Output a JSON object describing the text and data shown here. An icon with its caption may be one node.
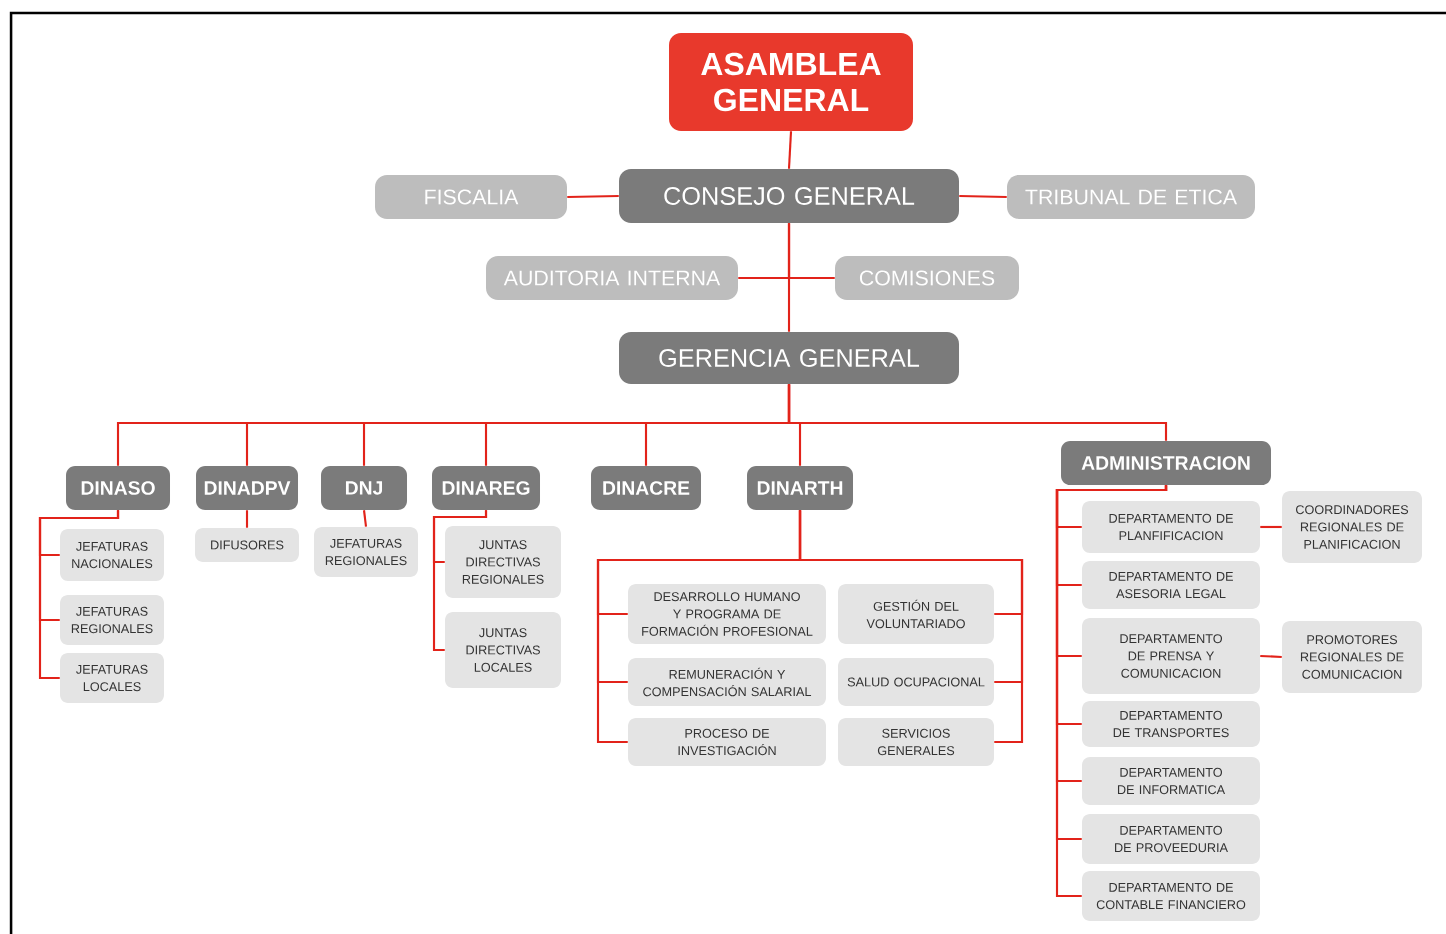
{
  "diagram": {
    "nodes": [
      {
        "text": [
          "ASAMBLEA GENERAL"
        ]
      },
      {
        "text": [
          "FISCALIA"
        ]
      },
      {
        "text": [
          "CONSEJO GENERAL"
        ]
      },
      {
        "text": [
          "TRIBUNAL DE ETICA"
        ]
      },
      {
        "text": [
          "AUDITORIA INTERNA"
        ]
      },
      {
        "text": [
          "COMISIONES"
        ]
      },
      {
        "text": [
          "GERENCIA GENERAL"
        ]
      },
      {
        "text": [
          "DINASO"
        ]
      },
      {
        "text": [
          "DINADPV"
        ]
      },
      {
        "text": [
          "DNJ"
        ]
      },
      {
        "text": [
          "DINAREG"
        ]
      },
      {
        "text": [
          "DINACRE"
        ]
      },
      {
        "text": [
          "DINARTH"
        ]
      },
      {
        "text": [
          "ADMINISTRACION"
        ]
      },
      {
        "text": [
          "JEFATURAS NACIONALES"
        ]
      },
      {
        "text": [
          "JEFATURAS REGIONALES"
        ]
      },
      {
        "text": [
          "JEFATURAS LOCALES"
        ]
      },
      {
        "text": [
          "DIFUSORES"
        ]
      },
      {
        "text": [
          "JEFATURAS REGIONALES"
        ]
      },
      {
        "text": [
          "JUNTAS DIRECTIVAS REGIONALES"
        ]
      },
      {
        "text": [
          "JUNTAS DIRECTIVAS LOCALES"
        ]
      },
      {
        "text": [
          "DESARROLLO HUMANO Y PROGRAMA DE FORMACIÓN PROFESIONAL"
        ]
      },
      {
        "text": [
          "GESTIÓN DEL VOLUNTARIADO"
        ]
      },
      {
        "text": [
          "REMUNERACIÓN Y COMPENSACIÓN SALARIAL"
        ]
      },
      {
        "text": [
          "SALUD OCUPACIONAL"
        ]
      },
      {
        "text": [
          "PROCESO DE INVESTIGACIÓN"
        ]
      },
      {
        "text": [
          "SERVICIOS GENERALES"
        ]
      },
      {
        "text": [
          "DEPARTAMENTO DE PLANFIFICACION"
        ]
      },
      {
        "text": [
          "COORDINADORES REGIONALES DE PLANIFICACION"
        ]
      },
      {
        "text": [
          "DEPARTAMENTO DE ASESORIA LEGAL"
        ]
      },
      {
        "text": [
          "DEPARTAMENTO DE PRENSA Y COMUNICACION"
        ]
      },
      {
        "text": [
          "PROMOTORES REGIONALES DE COMUNICACION"
        ]
      },
      {
        "text": [
          "DEPARTAMENTO DE TRANSPORTES"
        ]
      },
      {
        "text": [
          "DEPARTAMENTO DE INFORMATICA"
        ]
      },
      {
        "text": [
          "DEPARTAMENTO DE PROVEEDURIA"
        ]
      },
      {
        "text": [
          "DEPARTAMENTO DE CONTABLE FINANCIERO"
        ]
      }
    ],
    "edges": [
      {
        "from": 0,
        "to": 2,
        "arrow": "none"
      },
      {
        "from": 2,
        "to": 1,
        "arrow": "none"
      },
      {
        "from": 2,
        "to": 3,
        "arrow": "none"
      },
      {
        "from": 2,
        "to": 4,
        "arrow": "none"
      },
      {
        "from": 2,
        "to": 5,
        "arrow": "none"
      },
      {
        "from": 2,
        "to": 6,
        "arrow": "none"
      },
      {
        "from": 6,
        "to": 7,
        "arrow": "none"
      },
      {
        "from": 6,
        "to": 8,
        "arrow": "none"
      },
      {
        "from": 6,
        "to": 9,
        "arrow": "none"
      },
      {
        "from": 6,
        "to": 10,
        "arrow": "none"
      },
      {
        "from": 6,
        "to": 11,
        "arrow": "none"
      },
      {
        "from": 6,
        "to": 12,
        "arrow": "none"
      },
      {
        "from": 6,
        "to": 13,
        "arrow": "none"
      },
      {
        "from": 7,
        "to": 14,
        "arrow": "none"
      },
      {
        "from": 7,
        "to": 15,
        "arrow": "none"
      },
      {
        "from": 7,
        "to": 16,
        "arrow": "none"
      },
      {
        "from": 8,
        "to": 17,
        "arrow": "none"
      },
      {
        "from": 9,
        "to": 18,
        "arrow": "none"
      },
      {
        "from": 10,
        "to": 19,
        "arrow": "none"
      },
      {
        "from": 10,
        "to": 20,
        "arrow": "none"
      },
      {
        "from": 12,
        "to": 21,
        "arrow": "none"
      },
      {
        "from": 12,
        "to": 22,
        "arrow": "none"
      },
      {
        "from": 12,
        "to": 23,
        "arrow": "none"
      },
      {
        "from": 12,
        "to": 24,
        "arrow": "none"
      },
      {
        "from": 12,
        "to": 25,
        "arrow": "none"
      },
      {
        "from": 12,
        "to": 26,
        "arrow": "none"
      },
      {
        "from": 13,
        "to": 27,
        "arrow": "none"
      },
      {
        "from": 13,
        "to": 29,
        "arrow": "none"
      },
      {
        "from": 13,
        "to": 30,
        "arrow": "none"
      },
      {
        "from": 13,
        "to": 32,
        "arrow": "none"
      },
      {
        "from": 13,
        "to": 33,
        "arrow": "none"
      },
      {
        "from": 13,
        "to": 34,
        "arrow": "none"
      },
      {
        "from": 13,
        "to": 35,
        "arrow": "none"
      },
      {
        "from": 27,
        "to": 28,
        "arrow": "none"
      },
      {
        "from": 30,
        "to": 31,
        "arrow": "none"
      }
    ]
  }
}
